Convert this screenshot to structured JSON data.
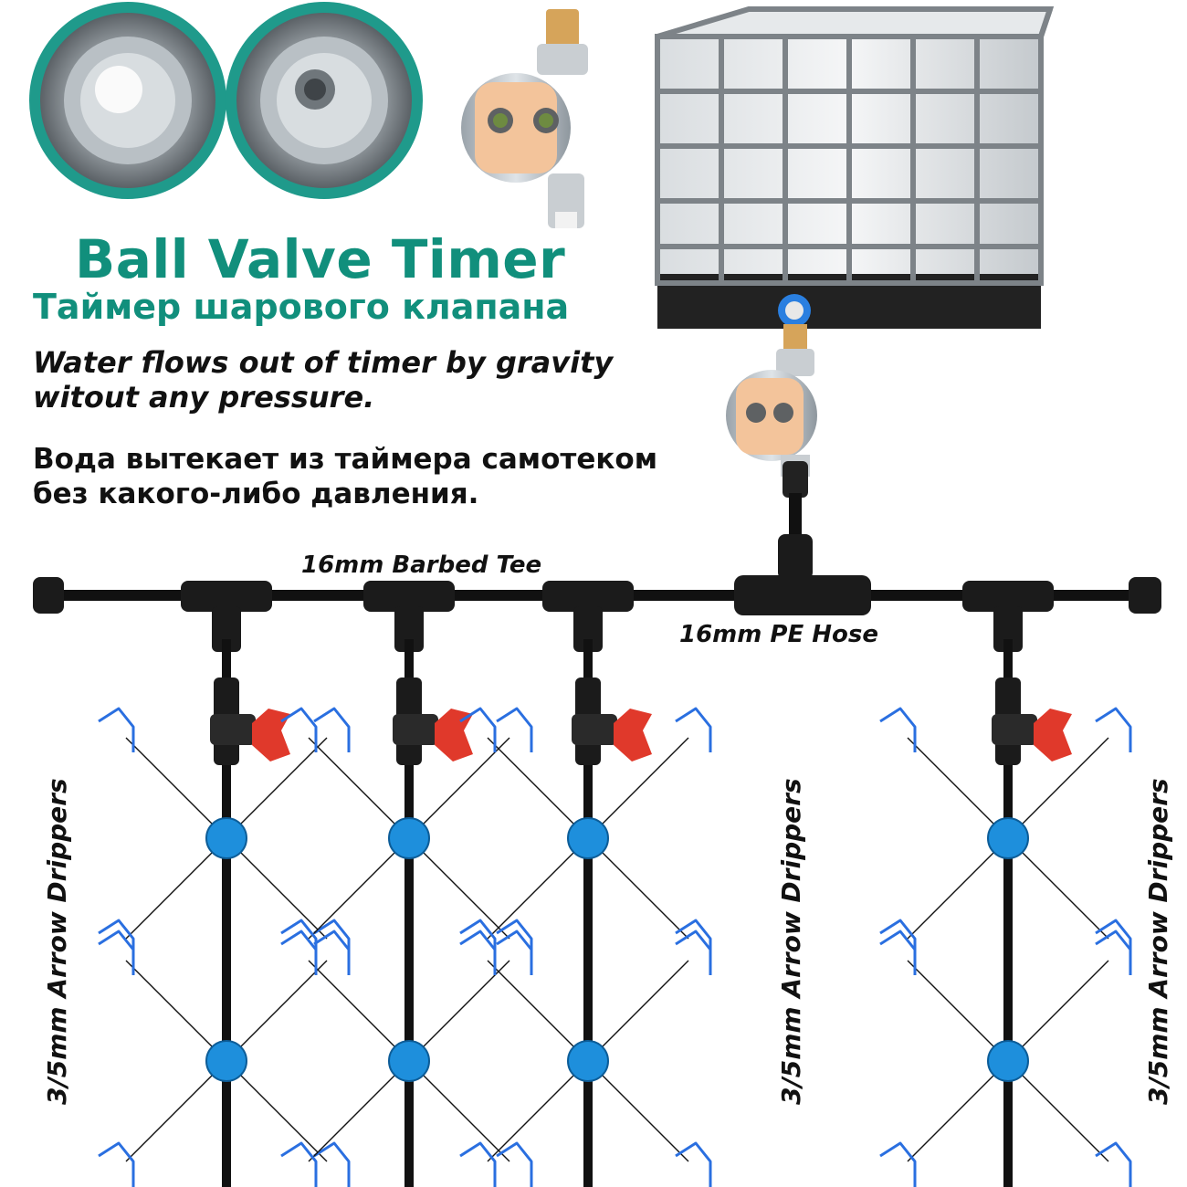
{
  "title_en": "Ball Valve Timer",
  "title_ru": "Таймер шарового клапана",
  "description_en": [
    "Water flows out of timer by gravity",
    "witout any pressure."
  ],
  "description_ru": [
    "Вода вытекает из таймера самотеком",
    "без какого-либо давления."
  ],
  "labels": {
    "tee": "16mm Barbed Tee",
    "hose": "16mm PE Hose",
    "dripper_left": "3/5mm Arrow Drippers",
    "dripper_mid": "3/5mm Arrow Drippers",
    "dripper_right": "3/5mm Arrow Drippers"
  },
  "colors": {
    "title": "#118f7c",
    "ring": "#1f9a8b",
    "pipe": "#111111",
    "valve_handle": "#e0392b",
    "splitter": "#1e8fdc",
    "dripper": "#2a6fe0",
    "timer_face": "#f3c49b"
  },
  "icons": [
    "ball-valve-closed-icon",
    "ball-valve-open-icon",
    "timer-icon",
    "ibc-tank-icon",
    "tee-fitting-icon",
    "shutoff-valve-icon",
    "splitter-icon",
    "arrow-dripper-icon"
  ]
}
